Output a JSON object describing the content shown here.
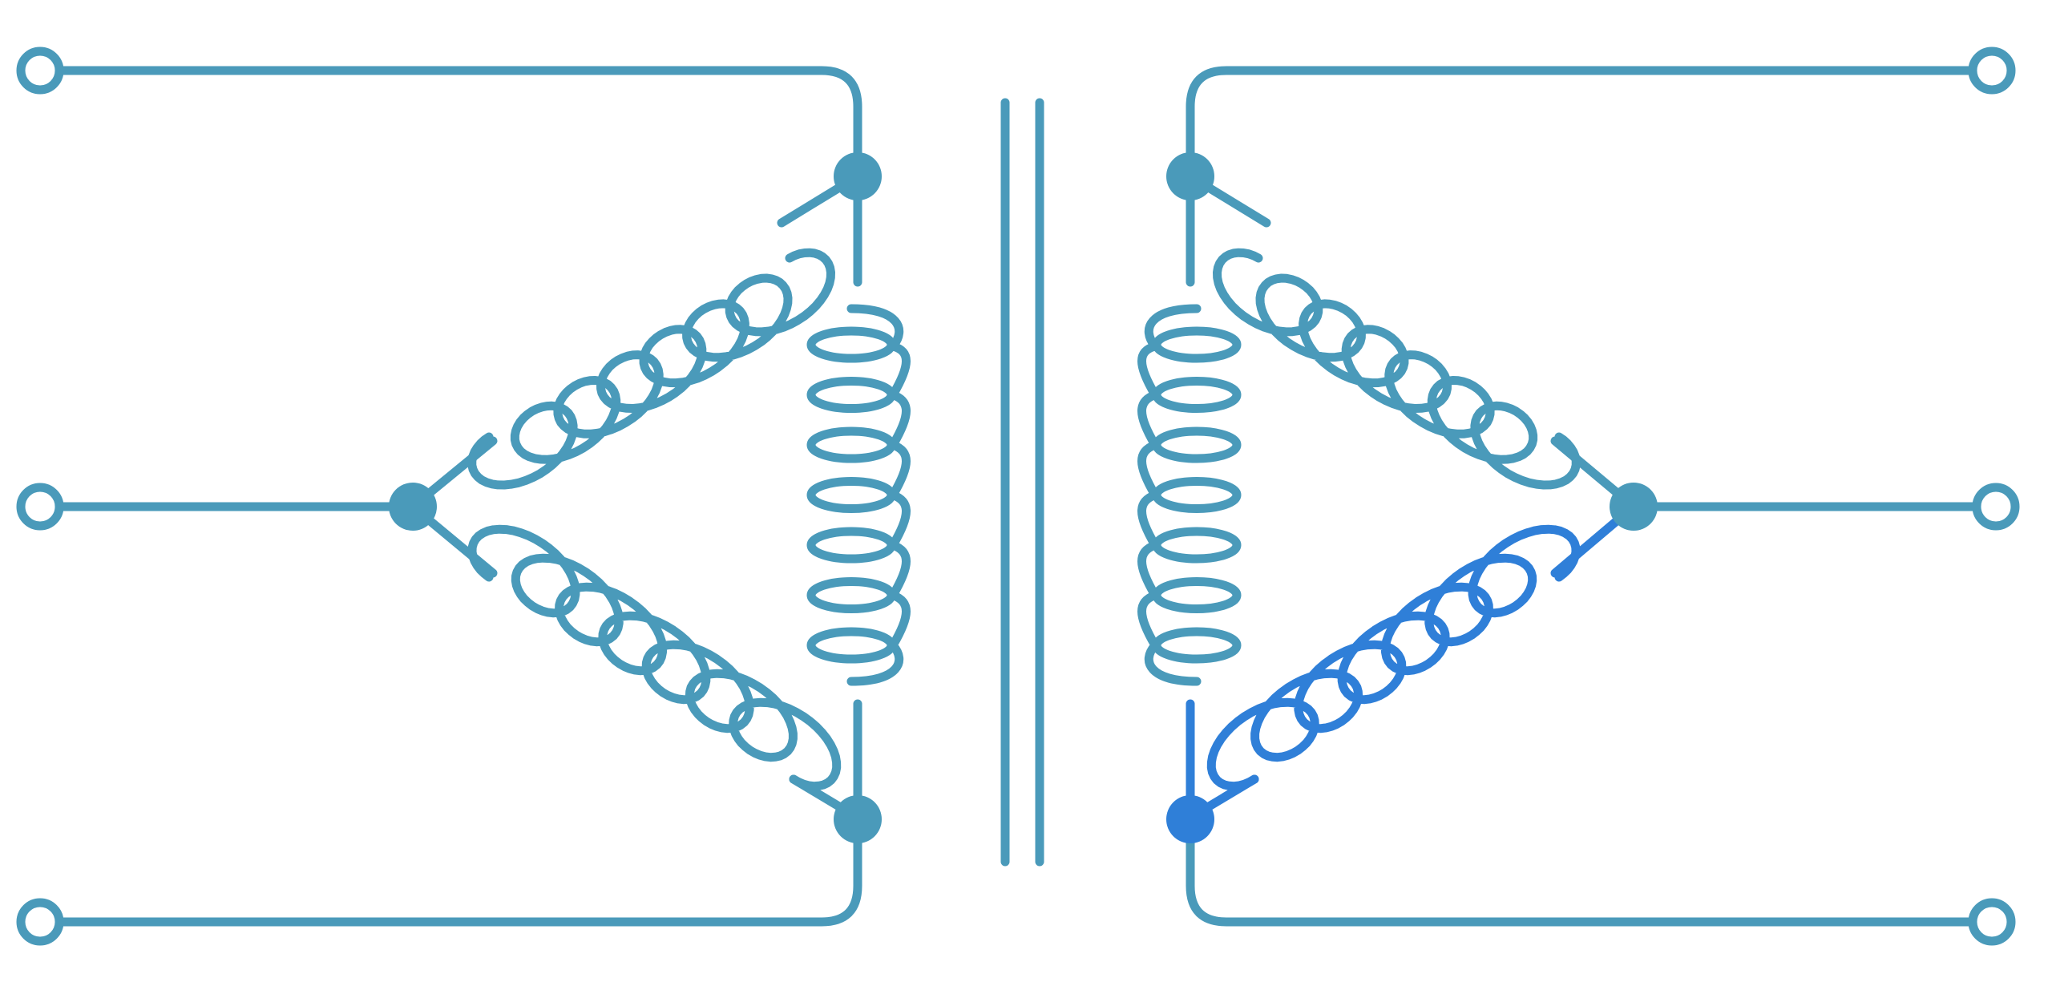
{
  "diagram": {
    "type": "three-phase-transformer-delta-delta-schematic",
    "colors": {
      "background": "#ffffff",
      "wire": "#4a9aba",
      "highlight": "#2f7fd8"
    },
    "elements": {
      "primary": {
        "connection": "delta",
        "terminals": 3,
        "windings": 3
      },
      "core": {
        "bars": 2
      },
      "secondary": {
        "connection": "delta",
        "terminals": 3,
        "windings": 3,
        "highlighted_winding": "lower-right"
      }
    },
    "icons": {
      "terminal": "open-circle-terminal",
      "junction": "filled-dot-junction"
    }
  }
}
